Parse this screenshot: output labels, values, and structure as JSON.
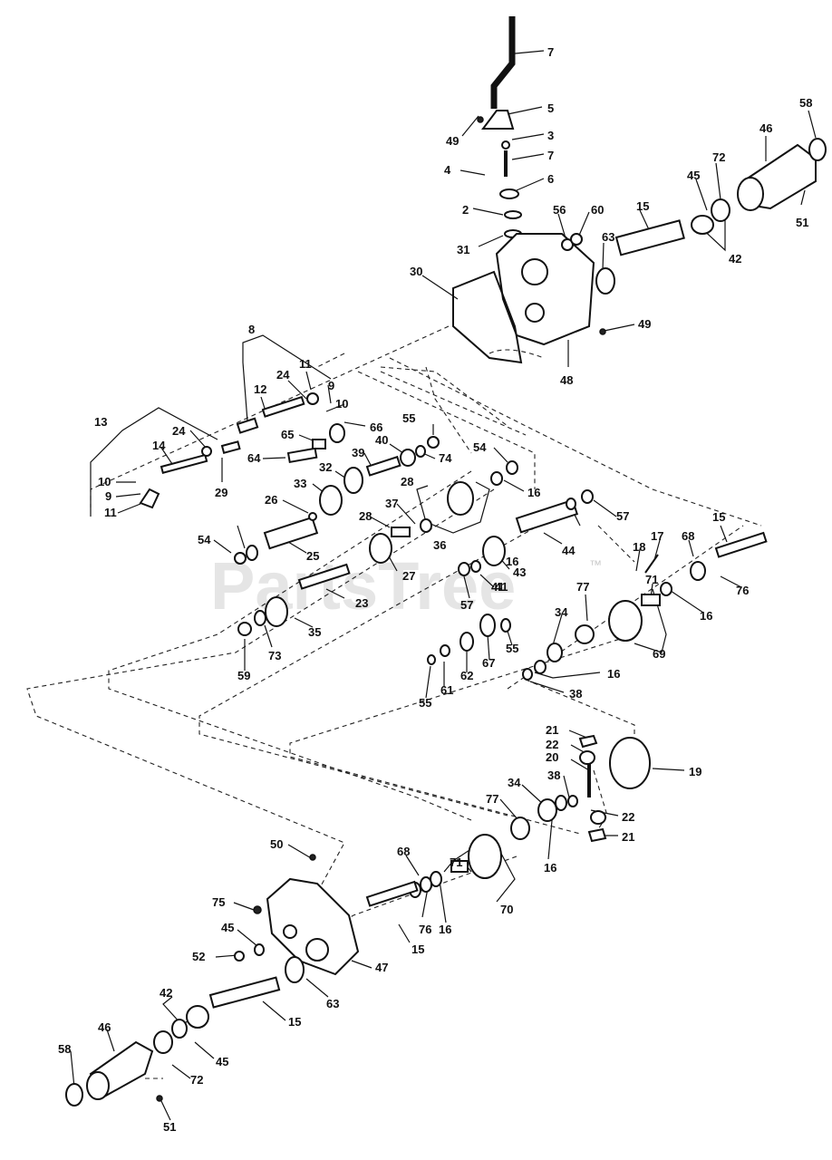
{
  "watermark": {
    "text": "PartsTree",
    "tm": "™"
  },
  "part_labels": [
    "7",
    "5",
    "49",
    "3",
    "7",
    "4",
    "6",
    "2",
    "31",
    "56",
    "60",
    "15",
    "63",
    "30",
    "49",
    "48",
    "45",
    "72",
    "46",
    "58",
    "51",
    "42",
    "8",
    "11",
    "24",
    "9",
    "12",
    "10",
    "13",
    "24",
    "14",
    "29",
    "10",
    "9",
    "11",
    "65",
    "66",
    "55",
    "64",
    "40",
    "74",
    "39",
    "54",
    "32",
    "33",
    "28",
    "16",
    "26",
    "37",
    "36",
    "41",
    "57",
    "16",
    "54",
    "25",
    "28",
    "27",
    "44",
    "15",
    "17",
    "18",
    "68",
    "23",
    "57",
    "43",
    "41",
    "77",
    "71",
    "76",
    "16",
    "35",
    "73",
    "59",
    "34",
    "55",
    "61",
    "62",
    "67",
    "55",
    "69",
    "16",
    "38",
    "21",
    "22",
    "20",
    "19",
    "38",
    "34",
    "77",
    "22",
    "21",
    "16",
    "50",
    "68",
    "71",
    "75",
    "76",
    "16",
    "70",
    "45",
    "15",
    "52",
    "47",
    "63",
    "42",
    "15",
    "46",
    "45",
    "72",
    "58",
    "51"
  ]
}
